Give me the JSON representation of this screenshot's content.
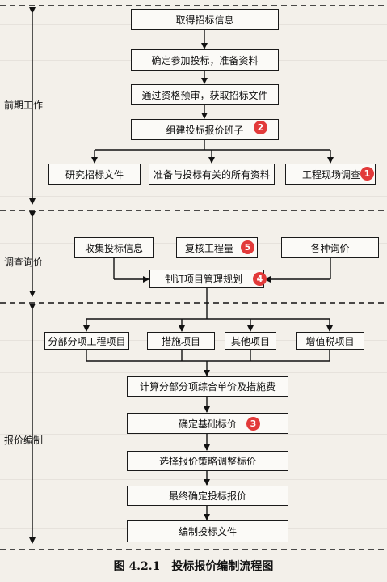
{
  "phases": {
    "pre": "前期工作",
    "inquiry": "调查询价",
    "compile": "报价编制"
  },
  "nodes": {
    "n1": "取得招标信息",
    "n2": "确定参加投标，准备资料",
    "n3": "通过资格预审，获取招标文件",
    "n4": "组建投标报价班子",
    "n5": "研究招标文件",
    "n6": "准备与投标有关的所有资料",
    "n7": "工程现场调查",
    "n8": "收集投标信息",
    "n9": "复核工程量",
    "n10": "各种询价",
    "n11": "制订项目管理规划",
    "n12": "分部分项工程项目",
    "n13": "措施项目",
    "n14": "其他项目",
    "n15": "增值税项目",
    "n16": "计算分部分项综合单价及措施费",
    "n17": "确定基础标价",
    "n18": "选择报价策略调整标价",
    "n19": "最终确定投标报价",
    "n20": "编制投标文件"
  },
  "badges": {
    "b1": "1",
    "b2": "2",
    "b3": "3",
    "b4": "4",
    "b5": "5"
  },
  "caption": "图 4.2.1　投标报价编制流程图"
}
